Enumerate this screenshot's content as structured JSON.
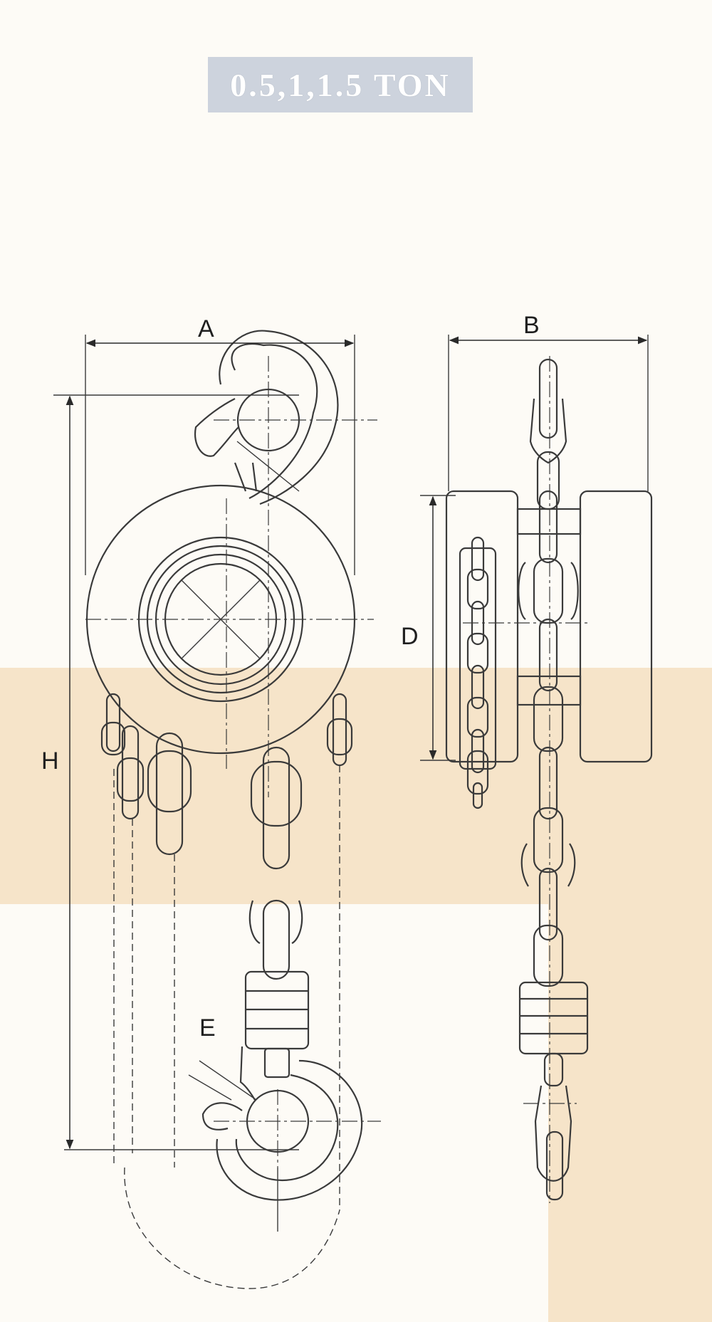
{
  "title": "0.5,1,1.5 TON",
  "dimension_labels": {
    "a": "A",
    "b": "B",
    "d": "D",
    "e": "E",
    "h": "H"
  },
  "colors": {
    "background": "#fdfbf6",
    "band": "#f6e4c9",
    "banner": "#cdd3dd",
    "line": "#3a3a3a"
  }
}
